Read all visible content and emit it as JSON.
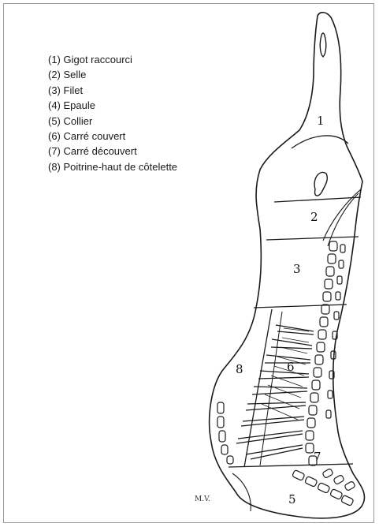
{
  "legend": {
    "items": [
      "(1) Gigot raccourci",
      "(2) Selle",
      "(3) Filet",
      "(4) Epaule",
      "(5) Collier",
      "(6) Carré couvert",
      "(7) Carré découvert",
      "(8) Poitrine-haut de côtelette"
    ]
  },
  "diagram": {
    "section_numbers": [
      "1",
      "2",
      "3",
      "8",
      "6",
      "7",
      "5"
    ],
    "signature": "M.V."
  }
}
